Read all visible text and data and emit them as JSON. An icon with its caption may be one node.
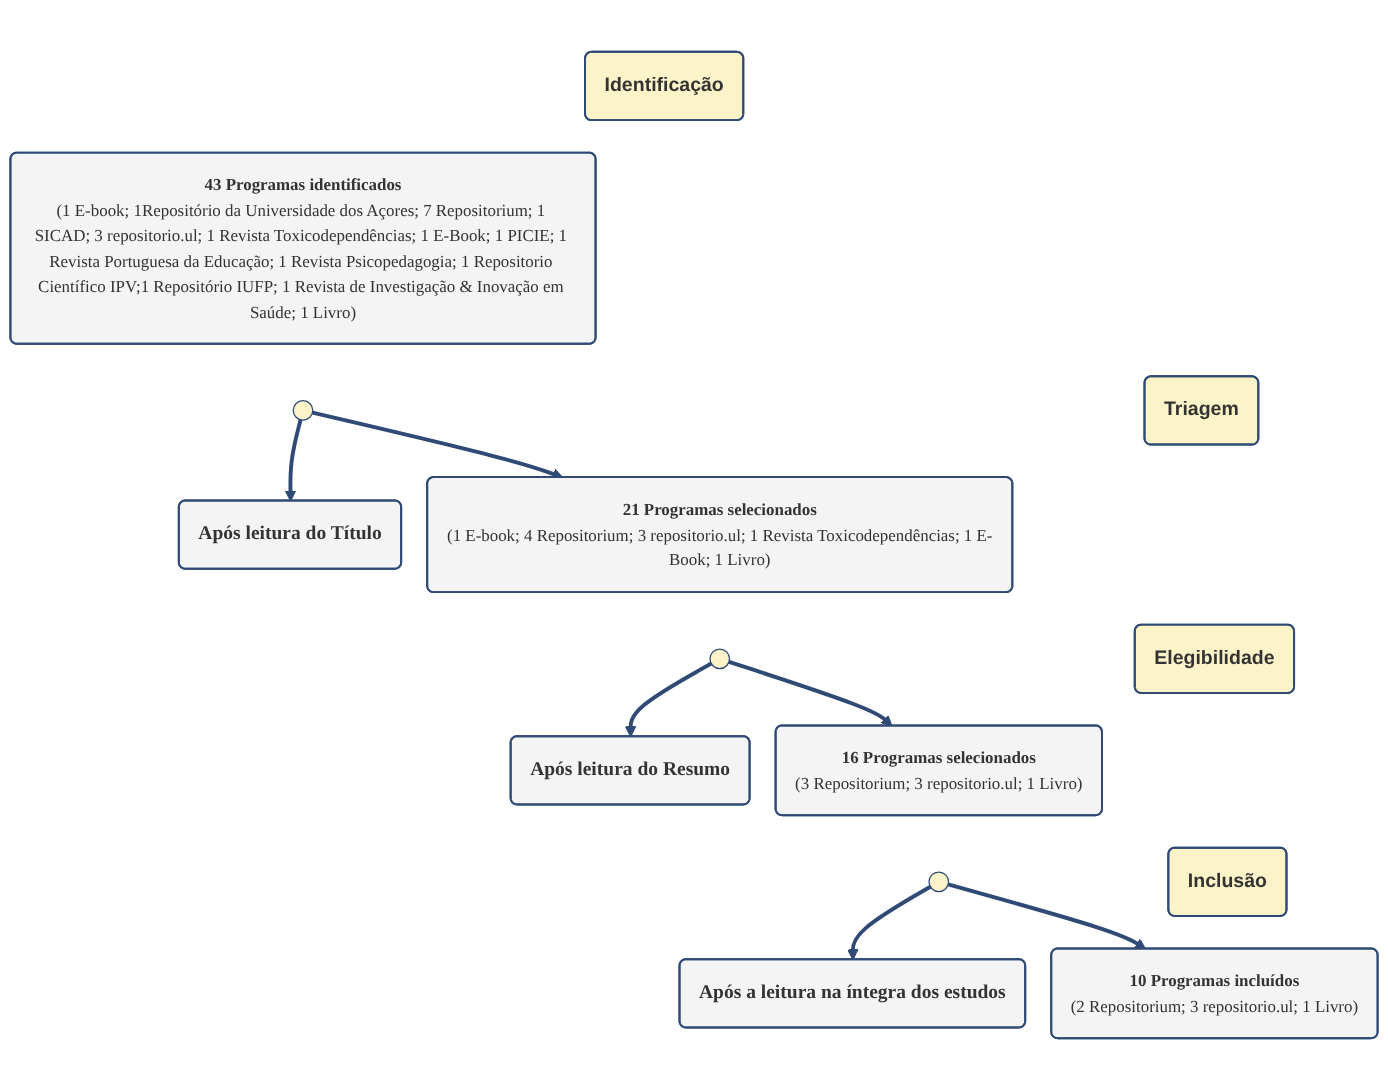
{
  "diagram": {
    "nodes": [
      {
        "text": [
          "Identificação"
        ]
      },
      {
        "text": [
          "43 Programas identificados",
          "(1 E-book; 1Repositório da Universidade dos Açores; 7 Repositorium; 1 SICAD; 3 repositorio.ul; 1 Revista Toxicodependências; 1 E-Book; 1 PICIE; 1 Revista Portuguesa da Educação; 1 Revista Psicopedagogia; 1 Repositorio Científico IPV;1 Repositório IUFP; 1 Revista de Investigação & Inovação em Saúde; 1 Livro)"
        ]
      },
      {
        "text": [
          "Após leitura do Título"
        ]
      },
      {
        "text": [
          "Triagem"
        ]
      },
      {
        "text": [
          "21 Programas selecionados",
          "(1 E-book; 4 Repositorium; 3 repositorio.ul; 1 Revista Toxicodependências; 1 E-Book; 1 Livro)"
        ]
      },
      {
        "text": [
          "Após leitura do Resumo"
        ]
      },
      {
        "text": [
          "Elegibilidade"
        ]
      },
      {
        "text": [
          "16 Programas selecionados",
          "(3 Repositorium; 3 repositorio.ul; 1 Livro)"
        ]
      },
      {
        "text": [
          "Após a leitura na íntegra dos estudos"
        ]
      },
      {
        "text": [
          "Inclusão"
        ]
      },
      {
        "text": [
          "10 Programas incluídos",
          "(2 Repositorium; 3 repositorio.ul; 1 Livro)"
        ]
      }
    ],
    "edges": [
      {
        "from": null,
        "to": 2,
        "arrow": "to"
      },
      {
        "from": null,
        "to": 4,
        "arrow": "to"
      },
      {
        "from": null,
        "to": 5,
        "arrow": "to"
      },
      {
        "from": null,
        "to": 7,
        "arrow": "to"
      },
      {
        "from": null,
        "to": 8,
        "arrow": "to"
      },
      {
        "from": null,
        "to": 10,
        "arrow": "to"
      }
    ]
  }
}
